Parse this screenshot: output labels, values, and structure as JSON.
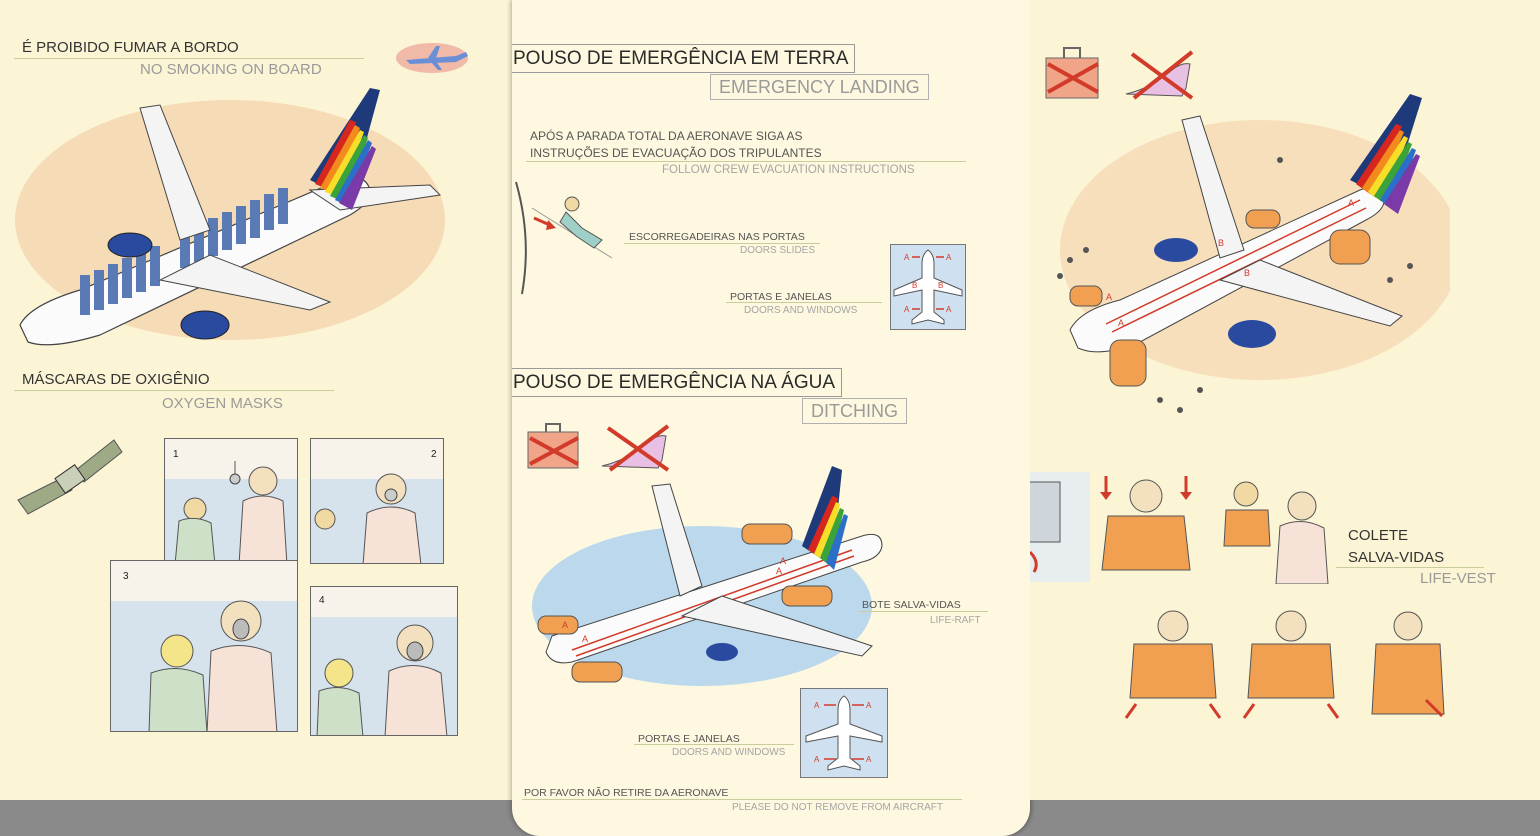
{
  "left_panel": {
    "no_smoking": {
      "pt": "É PROIBIDO FUMAR A BORDO",
      "en": "NO SMOKING ON BOARD"
    },
    "oxygen": {
      "pt": "MÁSCARAS DE OXIGÊNIO",
      "en": "OXYGEN MASKS",
      "steps": [
        "1",
        "2",
        "3",
        "4"
      ]
    }
  },
  "middle_panel": {
    "emergency_landing": {
      "pt": "POUSO DE EMERGÊNCIA EM TERRA",
      "en": "EMERGENCY LANDING",
      "instruction_pt_1": "APÓS A PARADA TOTAL DA AERONAVE SIGA AS",
      "instruction_pt_2": "INSTRUÇÕES DE EVACUAÇÃO DOS TRIPULANTES",
      "instruction_en": "FOLLOW CREW EVACUATION INSTRUCTIONS",
      "slides_pt": "ESCORREGADEIRAS NAS PORTAS",
      "slides_en": "DOORS SLIDES",
      "doors_pt": "PORTAS E JANELAS",
      "doors_en": "DOORS AND WINDOWS"
    },
    "ditching": {
      "pt": "POUSO DE EMERGÊNCIA NA ÁGUA",
      "en": "DITCHING",
      "raft_pt": "BOTE SALVA-VIDAS",
      "raft_en": "LIFE-RAFT",
      "doors_pt": "PORTAS E JANELAS",
      "doors_en": "DOORS AND WINDOWS"
    },
    "footer": {
      "pt": "POR FAVOR NÃO RETIRE DA AERONAVE",
      "en": "PLEASE DO NOT REMOVE FROM AIRCRAFT"
    },
    "diagram_labels": {
      "a": "A",
      "b": "B"
    }
  },
  "right_panel": {
    "life_vest": {
      "pt_1": "COLETE",
      "pt_2": "SALVA-VIDAS",
      "en": "LIFE-VEST"
    }
  },
  "colors": {
    "paper": "#fbf5d6",
    "accent_red": "#d23a2a",
    "vest_orange": "#f0a050",
    "engine_blue": "#2a4aa0"
  },
  "icons": [
    "airplane-icon",
    "seatbelt-icon",
    "suitcase-prohibited-icon",
    "high-heel-prohibited-icon",
    "rainbow-tail-icon"
  ]
}
